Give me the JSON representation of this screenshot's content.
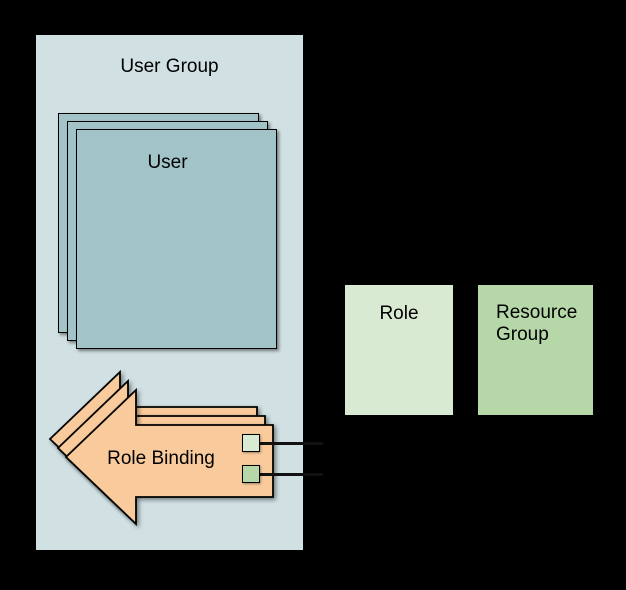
{
  "background_color": "#000000",
  "diagram": {
    "user_group": {
      "label": "User Group",
      "fill": "#d0e0e3"
    },
    "user_stack": {
      "label": "User",
      "fill": "#a2c4c9",
      "stacked_copies": 3
    },
    "role_binding": {
      "label": "Role Binding",
      "fill": "#f9cb9c",
      "stacked_copies": 3,
      "ports": [
        {
          "name": "role-port",
          "fill": "#d9ead3"
        },
        {
          "name": "resource-group-port",
          "fill": "#b6d7a8"
        }
      ]
    },
    "role": {
      "label": "Role",
      "fill": "#d9ead3"
    },
    "resource_group": {
      "label": "Resource Group",
      "fill": "#b6d7a8"
    }
  }
}
